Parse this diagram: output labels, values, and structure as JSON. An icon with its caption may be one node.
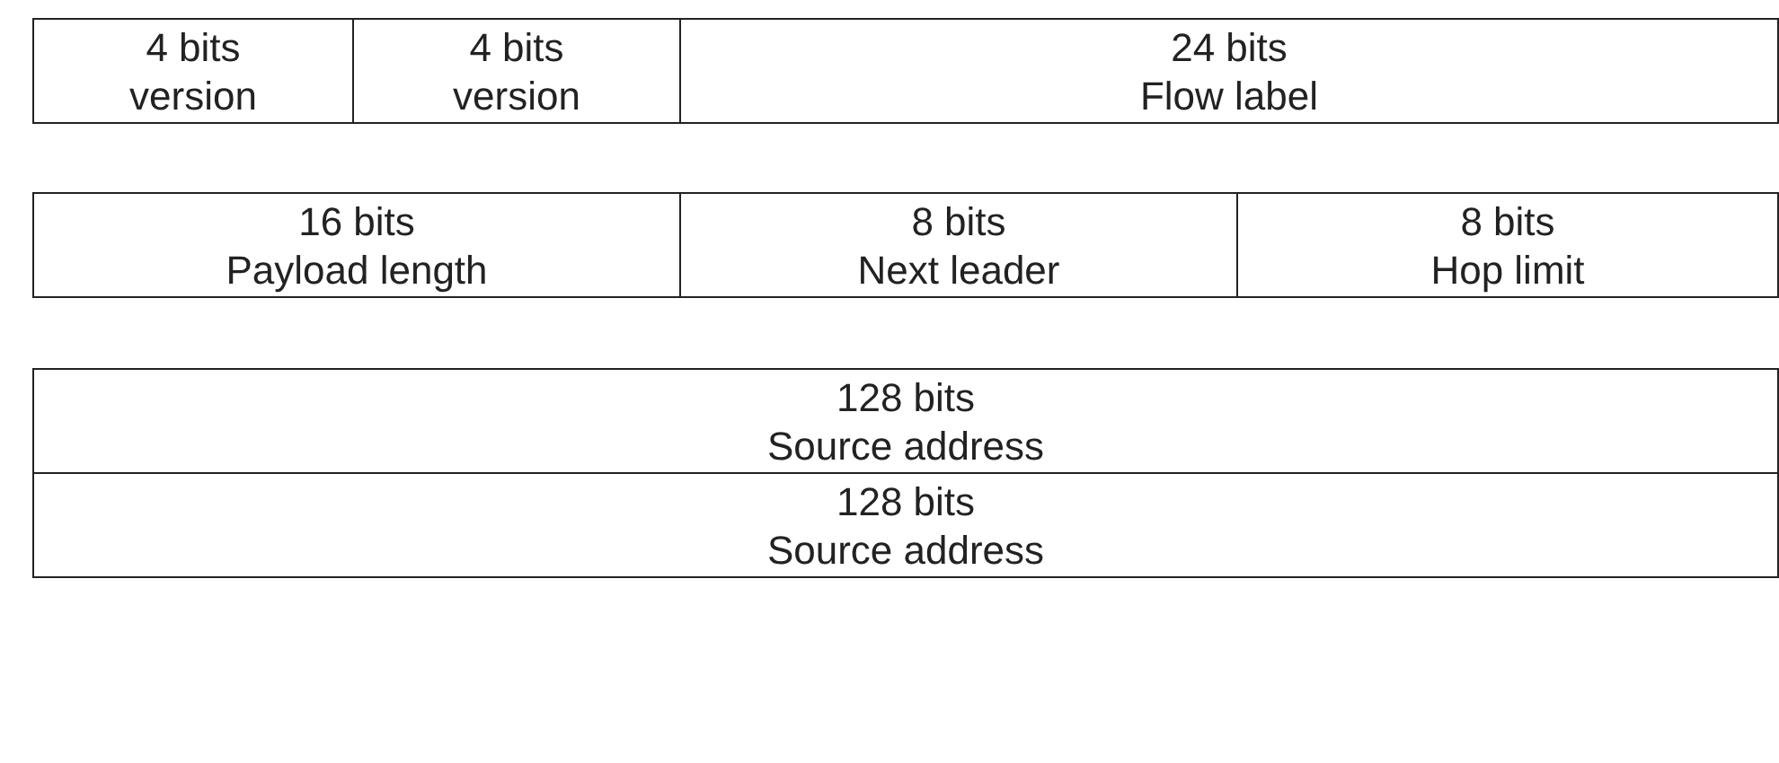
{
  "diagram": {
    "nodes": [
      {
        "text": [
          "4 bits",
          "version"
        ]
      },
      {
        "text": [
          "4 bits",
          "version"
        ]
      },
      {
        "text": [
          "24 bits",
          "Flow label"
        ]
      },
      {
        "text": [
          "16 bits",
          "Payload length"
        ]
      },
      {
        "text": [
          "8 bits",
          "Next leader"
        ]
      },
      {
        "text": [
          "8 bits",
          "Hop limit"
        ]
      },
      {
        "text": [
          "128 bits",
          "Source address"
        ]
      },
      {
        "text": [
          "128 bits",
          "Source address"
        ]
      }
    ]
  }
}
